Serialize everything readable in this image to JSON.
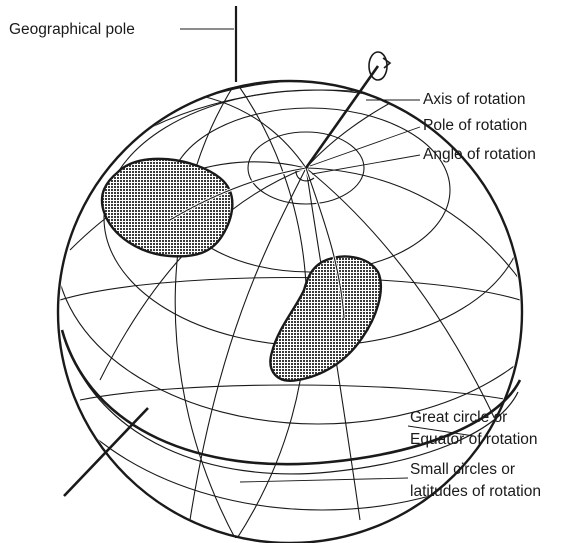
{
  "labels": {
    "geographical_pole": "Geographical pole",
    "axis_of_rotation": "Axis of rotation",
    "pole_of_rotation": "Pole of rotation",
    "angle_of_rotation": "Angle of rotation",
    "great_circle_line1": "Great circle or",
    "great_circle_line2": "Equator of rotation",
    "small_circles_line1": "Small circles or",
    "small_circles_line2": "latitudes of rotation"
  },
  "colors": {
    "ink": "#1a1a1a",
    "background": "#ffffff",
    "hatch_fill": "#6a6a6a"
  },
  "shapes": {
    "sphere": "globe",
    "blocks": [
      "plate-before-rotation",
      "plate-after-rotation"
    ],
    "icons": [
      "rotation-arrow-icon"
    ]
  }
}
